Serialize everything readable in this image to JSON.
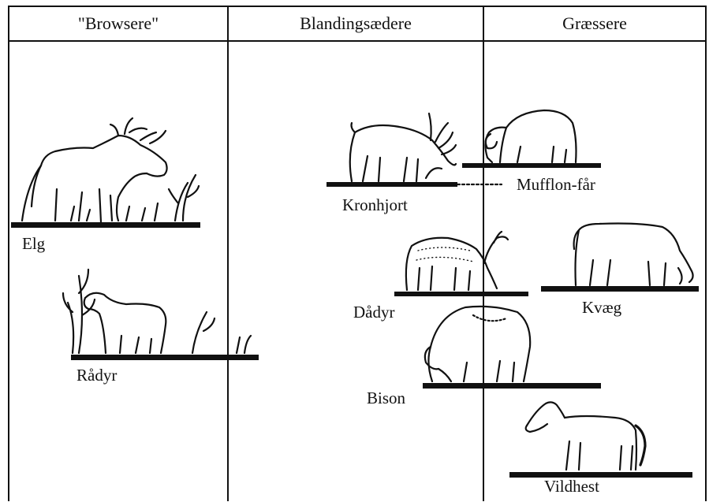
{
  "columns": [
    "\"Browsere\"",
    "Blandingsædere",
    "Græssere"
  ],
  "animals": {
    "elg": "Elg",
    "radyr": "Rådyr",
    "kronhjort": "Kronhjort",
    "mufflon": "Mufflon-får",
    "dadyr": "Dådyr",
    "kvaeg": "Kvæg",
    "bison": "Bison",
    "vildhest": "Vildhest"
  }
}
